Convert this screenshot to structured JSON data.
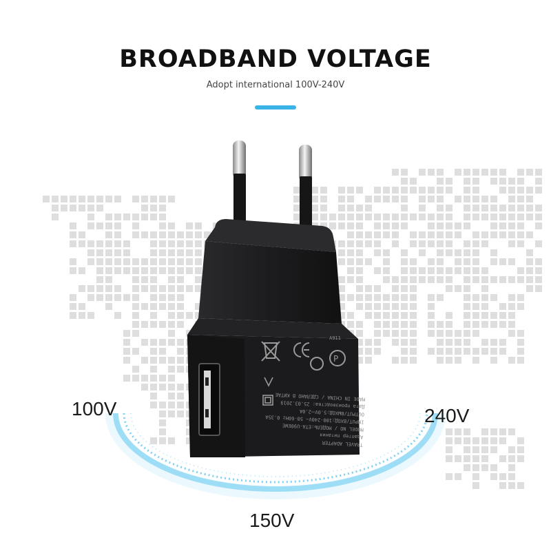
{
  "header": {
    "title": "BROADBAND VOLTAGE",
    "subtitle": "Adopt international 100V-240V"
  },
  "voltage_labels": {
    "left": "100V",
    "bottom": "150V",
    "right": "240V"
  },
  "adapter": {
    "top_code": "A911",
    "label_lines": [
      "TRAVEL ADAPTER",
      "Адаптер питания",
      "MODEL NO / МОДЕЛЬ:ETA-U90EWE",
      "INPUT/ВХОД:100-240V~ 50-60Hz 0.35A",
      "OUTPUT/ВЫХОД:5.0V⎓2.0A",
      "Дата производства: 25.03.2019",
      "MADE IN CHINA / СДЕЛАНО В КИТАЕ"
    ]
  },
  "colors": {
    "accent": "#3ab4e8",
    "arc": "#5cc6ee",
    "body": "#1c1c1e",
    "map_dots": "#dedede"
  },
  "icons": [
    "world-map-icon",
    "usb-port-icon",
    "ce-mark-icon",
    "recycle-bin-icon",
    "eac-mark-icon",
    "pct-mark-icon"
  ]
}
